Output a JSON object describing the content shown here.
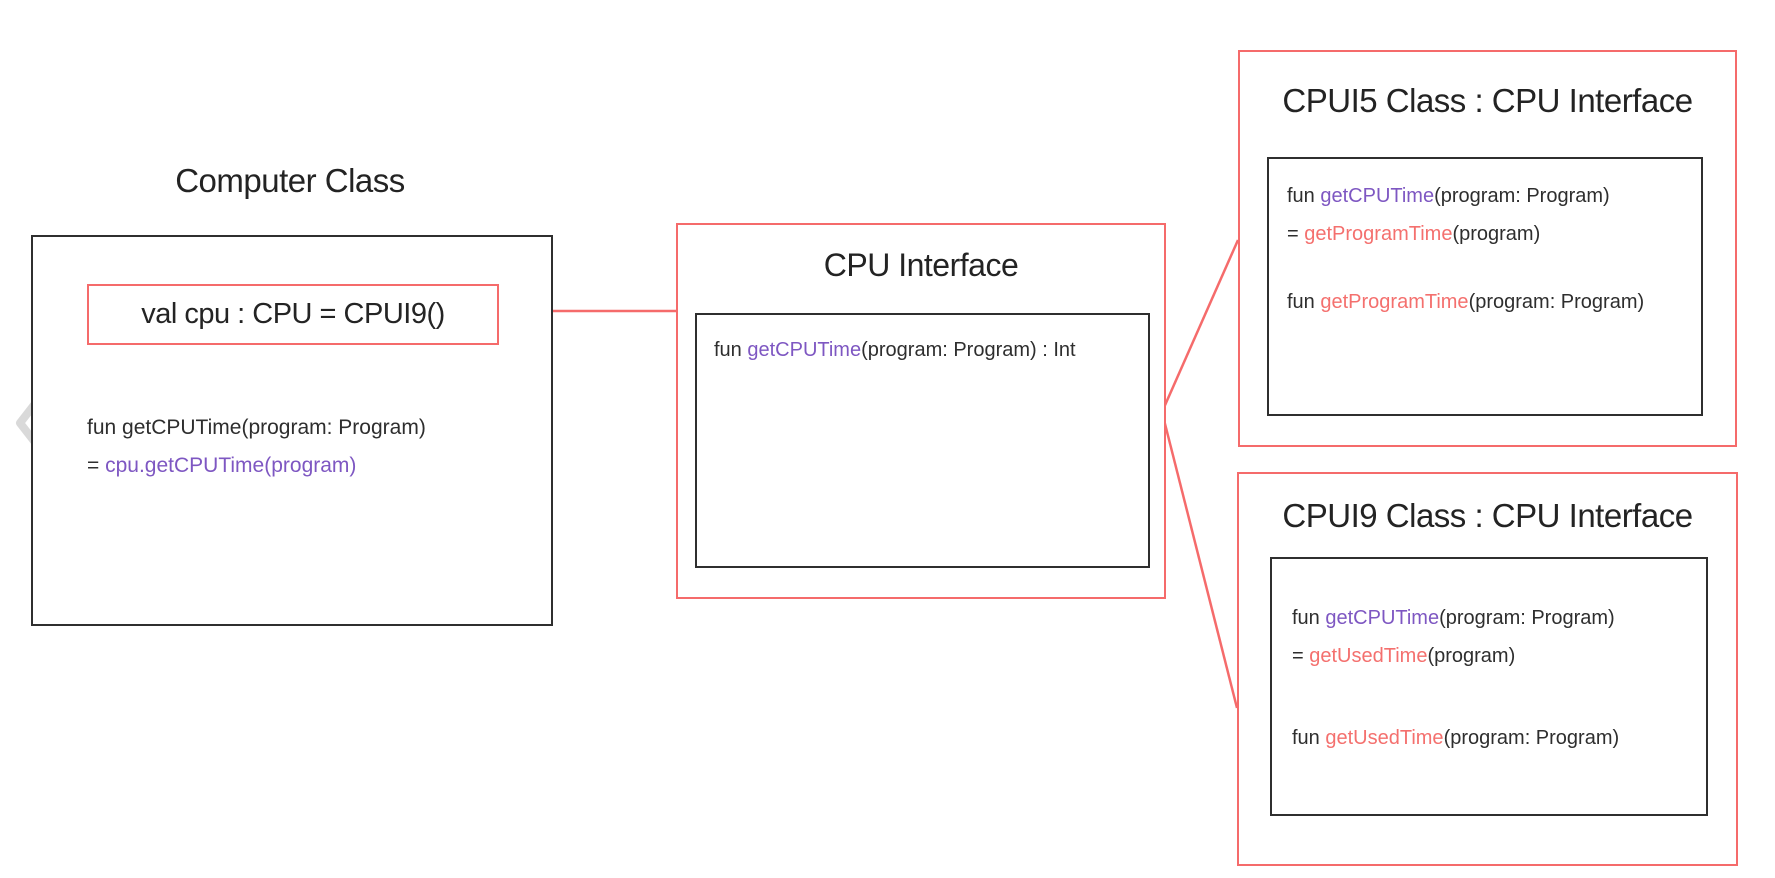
{
  "colors": {
    "accent_red": "#f56b6b",
    "method_red": "#f4706e",
    "method_purple": "#7e57c2",
    "text_dark": "#2e2e2e",
    "box_border_black": "#2f2f2f",
    "chevron_gray": "#d9d9d9"
  },
  "computer_class": {
    "title": "Computer Class",
    "field": "val cpu : CPU = CPUI9()",
    "method": {
      "signature": "fun getCPUTime(program: Program)",
      "body_eq": "= ",
      "body_call": "cpu.getCPUTime(program)"
    }
  },
  "cpu_interface": {
    "title": "CPU Interface",
    "method": {
      "kw": "fun ",
      "name": "getCPUTime",
      "params": "(program: Program) : Int"
    }
  },
  "cpui5": {
    "title": "CPUI5 Class : CPU Interface",
    "m1": {
      "kw": "fun ",
      "name": "getCPUTime",
      "params": "(program: Program)"
    },
    "m2": {
      "kw": "= ",
      "name": "getProgramTime",
      "params": "(program)"
    },
    "m3": {
      "kw": "fun ",
      "name": "getProgramTime",
      "params": "(program: Program)"
    }
  },
  "cpui9": {
    "title": "CPUI9 Class : CPU Interface",
    "m1": {
      "kw": "fun ",
      "name": "getCPUTime",
      "params": "(program: Program)"
    },
    "m2": {
      "kw": "= ",
      "name": "getUsedTime",
      "params": "(program)"
    },
    "m3": {
      "kw": "fun ",
      "name": "getUsedTime",
      "params": "(program: Program)"
    }
  },
  "nav": {
    "prev": "chevron-left"
  }
}
